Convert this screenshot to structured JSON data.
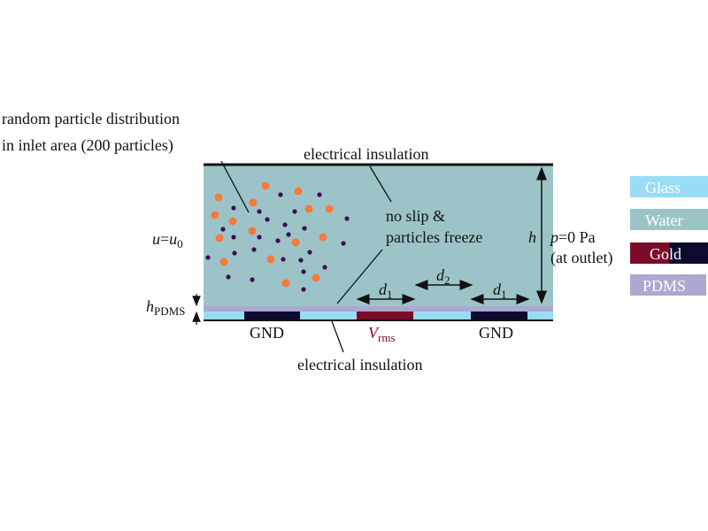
{
  "labels": {
    "random_line1": "random particle distribution",
    "random_line2": "in inlet area (200 particles)",
    "top_insulation": "electrical insulation",
    "noslip_line1": "no slip &",
    "noslip_line2": "particles freeze",
    "inlet_u": "u",
    "inlet_eq": "=",
    "inlet_u0": "u",
    "inlet_u0_sub": "0",
    "height": "h",
    "outlet_p": "p",
    "outlet_value": "=0 Pa",
    "outlet_note": "(at outlet)",
    "hpdms": "h",
    "hpdms_sub": "PDMS",
    "gnd_left": "GND",
    "vrms": "V",
    "vrms_sub": "rms",
    "gnd_right": "GND",
    "bottom_insulation": "electrical insulation",
    "d1": "d",
    "d1_sub": "1",
    "d2": "d",
    "d2_sub": "2"
  },
  "legend": [
    {
      "label": "Glass",
      "color": "#99dcf6"
    },
    {
      "label": "Water",
      "color": "#9cc4c8"
    },
    {
      "label": "Gold",
      "color": "#7a0c2a",
      "color2": "#0c0a2e"
    },
    {
      "label": "PDMS",
      "color": "#aba9d1"
    }
  ],
  "colors": {
    "water": "#9cc4c8",
    "glass": "#99dcf6",
    "pdms": "#aba9d1",
    "gold_vrms": "#7a0c2a",
    "gold_gnd": "#0c0a2e",
    "particle_large": "#f57a3c",
    "particle_small": "#3d0d57",
    "vrms_text": "#7a0c2a"
  }
}
